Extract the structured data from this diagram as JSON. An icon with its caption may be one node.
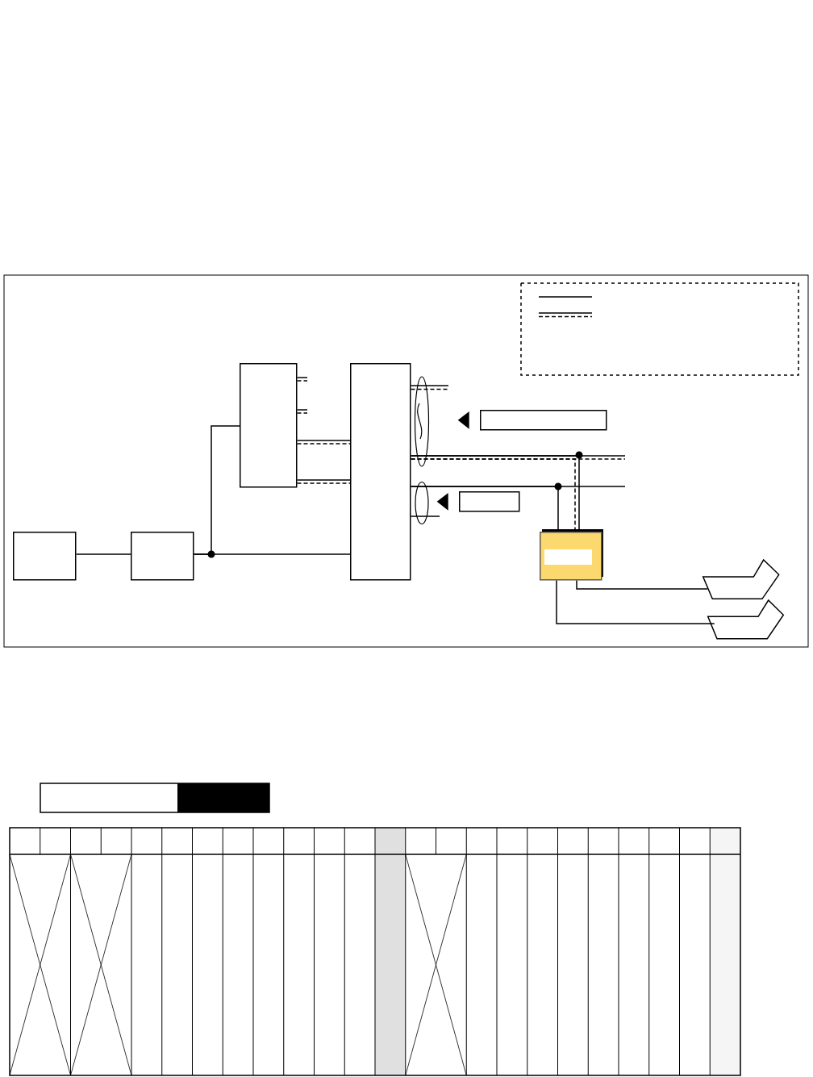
{
  "diagram": {
    "nodes": [
      {
        "text": [],
        "shape": "box"
      },
      {
        "text": [],
        "shape": "box"
      },
      {
        "text": [],
        "shape": "box"
      },
      {
        "text": [],
        "shape": "box"
      },
      {
        "text": [],
        "shape": "box"
      },
      {
        "text": [],
        "shape": "box"
      },
      {
        "text": [],
        "shape": "box"
      },
      {
        "text": [],
        "shape": "connector"
      },
      {
        "text": [],
        "shape": "connector"
      }
    ],
    "edges": [
      {
        "from": 0,
        "to": 1,
        "arrow": "none"
      },
      {
        "from": 1,
        "to": 3,
        "arrow": "none"
      },
      {
        "from": 1,
        "to": 2,
        "arrow": "none"
      },
      {
        "from": 2,
        "to": 3,
        "arrow": "none"
      },
      {
        "from": 2,
        "to": 3,
        "arrow": "none"
      },
      {
        "from": 2,
        "to": null,
        "arrow": "none"
      },
      {
        "from": 2,
        "to": null,
        "arrow": "none"
      },
      {
        "from": 3,
        "to": null,
        "arrow": "none"
      },
      {
        "from": 3,
        "to": null,
        "arrow": "none"
      },
      {
        "from": 3,
        "to": null,
        "arrow": "none"
      },
      {
        "from": 3,
        "to": null,
        "arrow": "none"
      },
      {
        "from": 3,
        "to": 6,
        "arrow": "none"
      },
      {
        "from": 3,
        "to": 6,
        "arrow": "none"
      },
      {
        "from": 6,
        "to": 7,
        "arrow": "none"
      },
      {
        "from": 6,
        "to": 8,
        "arrow": "none"
      }
    ]
  }
}
